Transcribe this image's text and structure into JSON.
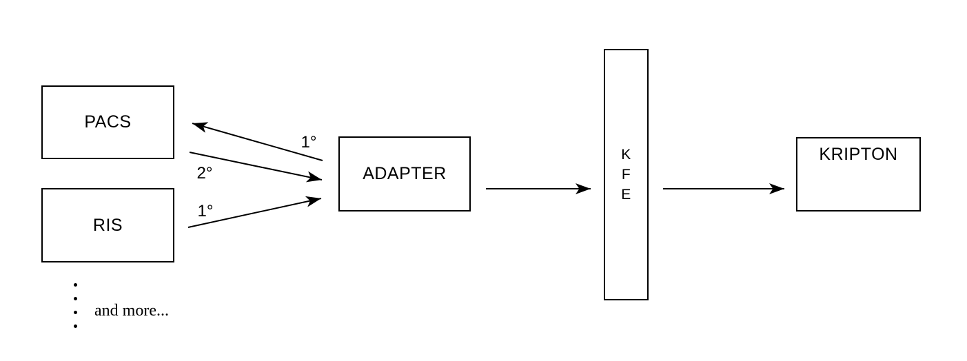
{
  "diagram": {
    "nodes": {
      "pacs": {
        "label": "PACS"
      },
      "ris": {
        "label": "RIS"
      },
      "adapter": {
        "label": "ADAPTER"
      },
      "kfe": {
        "label": "KFE",
        "letters": [
          "K",
          "F",
          "E"
        ]
      },
      "kripton": {
        "label": "KRIPTON"
      }
    },
    "edges": [
      {
        "from": "ADAPTER",
        "to": "PACS",
        "label": "1°"
      },
      {
        "from": "PACS",
        "to": "ADAPTER",
        "label": "2°"
      },
      {
        "from": "RIS",
        "to": "ADAPTER",
        "label": "1°"
      },
      {
        "from": "ADAPTER",
        "to": "KFE",
        "label": ""
      },
      {
        "from": "KFE",
        "to": "KRIPTON",
        "label": ""
      }
    ],
    "ellipsis": {
      "dot_count": 4,
      "text": "and more..."
    },
    "colors": {
      "stroke": "#000000",
      "background": "#ffffff",
      "text": "#000000"
    }
  }
}
